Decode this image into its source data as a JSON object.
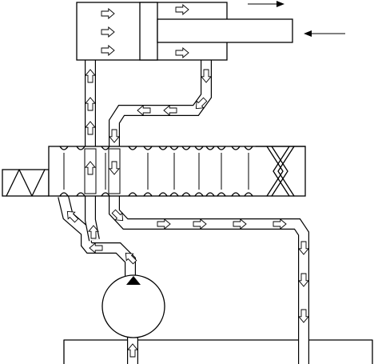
{
  "colors": {
    "ink": "#000000",
    "paper": "#ffffff"
  },
  "components": [
    {
      "name": "hydraulic-cylinder",
      "icon": "double-acting-cylinder-icon"
    },
    {
      "name": "directional-control-valve",
      "icon": "spool-valve-icon"
    },
    {
      "name": "solenoid-actuator",
      "icon": "solenoid-icon"
    },
    {
      "name": "hydraulic-pump",
      "icon": "pump-icon"
    },
    {
      "name": "reservoir",
      "icon": "tank-icon"
    }
  ],
  "piston_rod_motion": "extend",
  "flow_direction_icon": "hollow-arrow-icon"
}
